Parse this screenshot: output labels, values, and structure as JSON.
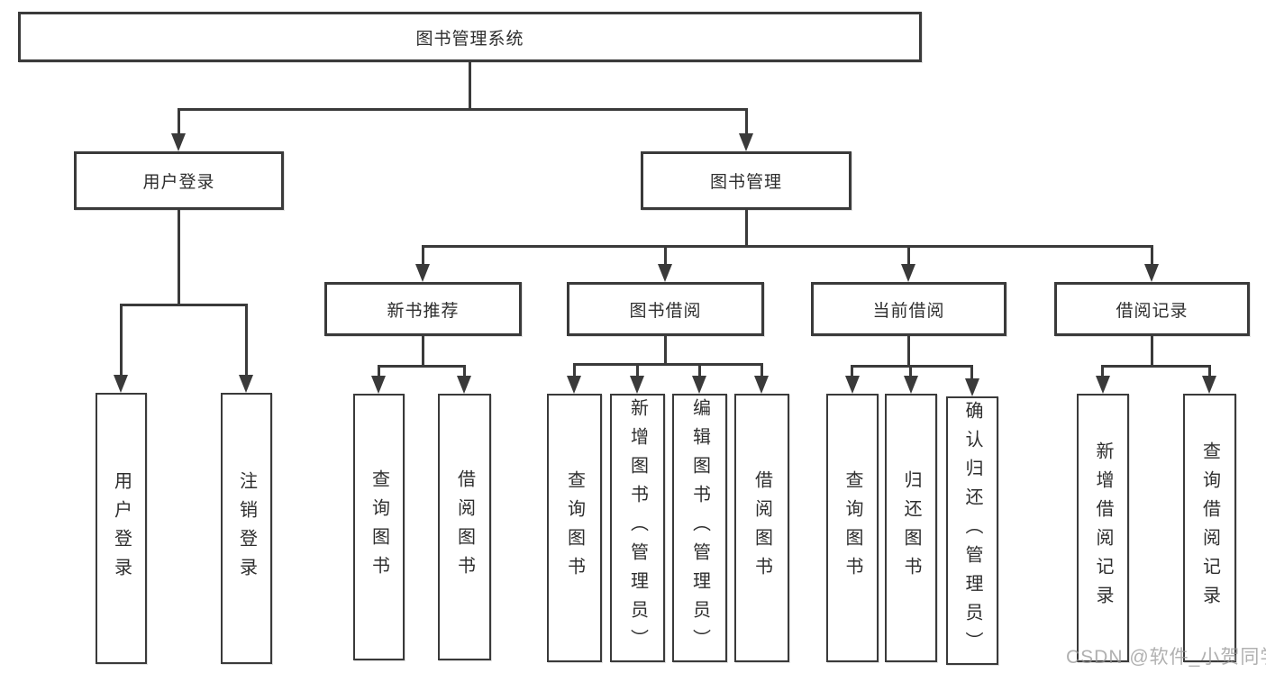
{
  "tree": {
    "root": {
      "label": "图书管理系统"
    },
    "branches": [
      {
        "label": "用户登录",
        "children": [
          {
            "label": "用户登录"
          },
          {
            "label": "注销登录"
          }
        ]
      },
      {
        "label": "图书管理",
        "children": [
          {
            "label": "新书推荐",
            "children": [
              {
                "label": "查询图书"
              },
              {
                "label": "借阅图书"
              }
            ]
          },
          {
            "label": "图书借阅",
            "children": [
              {
                "label": "查询图书"
              },
              {
                "label": "新增图书（管理员）"
              },
              {
                "label": "编辑图书（管理员）"
              },
              {
                "label": "借阅图书"
              }
            ]
          },
          {
            "label": "当前借阅",
            "children": [
              {
                "label": "查询图书"
              },
              {
                "label": "归还图书"
              },
              {
                "label": "确认归还（管理员）"
              }
            ]
          },
          {
            "label": "借阅记录",
            "children": [
              {
                "label": "新增借阅记录"
              },
              {
                "label": "查询借阅记录"
              }
            ]
          }
        ]
      }
    ]
  },
  "watermark": {
    "text": "CSDN @软件_小贺同学"
  },
  "colors": {
    "line": "#3a3a3a",
    "text": "#2e2e2e",
    "watermark": "#969696",
    "background": "#ffffff"
  }
}
